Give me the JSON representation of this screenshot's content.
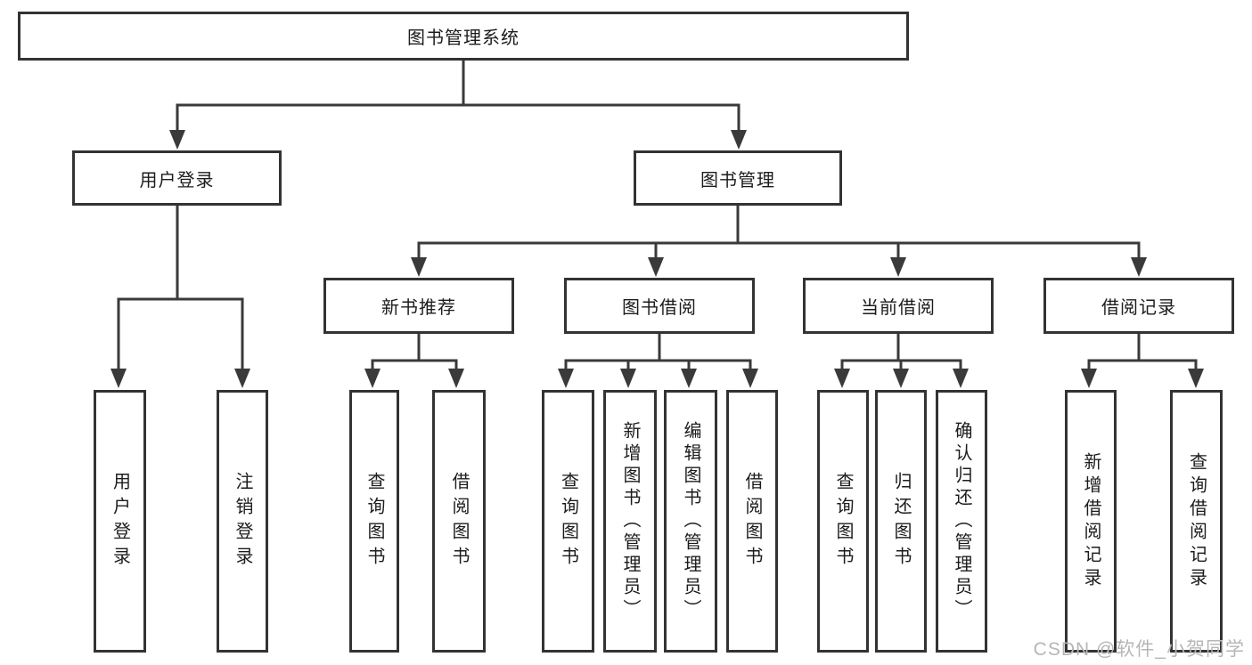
{
  "tree": {
    "root": "图书管理系统",
    "children": [
      {
        "label": "用户登录",
        "children": [
          {
            "label": "用户登录"
          },
          {
            "label": "注销登录"
          }
        ]
      },
      {
        "label": "图书管理",
        "children": [
          {
            "label": "新书推荐",
            "children": [
              {
                "label": "查询图书"
              },
              {
                "label": "借阅图书"
              }
            ]
          },
          {
            "label": "图书借阅",
            "children": [
              {
                "label": "查询图书"
              },
              {
                "label": "新增图书（管理员）"
              },
              {
                "label": "编辑图书（管理员）"
              },
              {
                "label": "借阅图书"
              }
            ]
          },
          {
            "label": "当前借阅",
            "children": [
              {
                "label": "查询图书"
              },
              {
                "label": "归还图书"
              },
              {
                "label": "确认归还（管理员）"
              }
            ]
          },
          {
            "label": "借阅记录",
            "children": [
              {
                "label": "新增借阅记录"
              },
              {
                "label": "查询借阅记录"
              }
            ]
          }
        ]
      }
    ]
  },
  "watermark": {
    "text": "CSDN @软件_小贺同学"
  },
  "colors": {
    "line": "#3a3a3a",
    "box_border": "#333333",
    "text": "#1c1c1c",
    "watermark": "#b6b6b6",
    "background": "#ffffff"
  }
}
